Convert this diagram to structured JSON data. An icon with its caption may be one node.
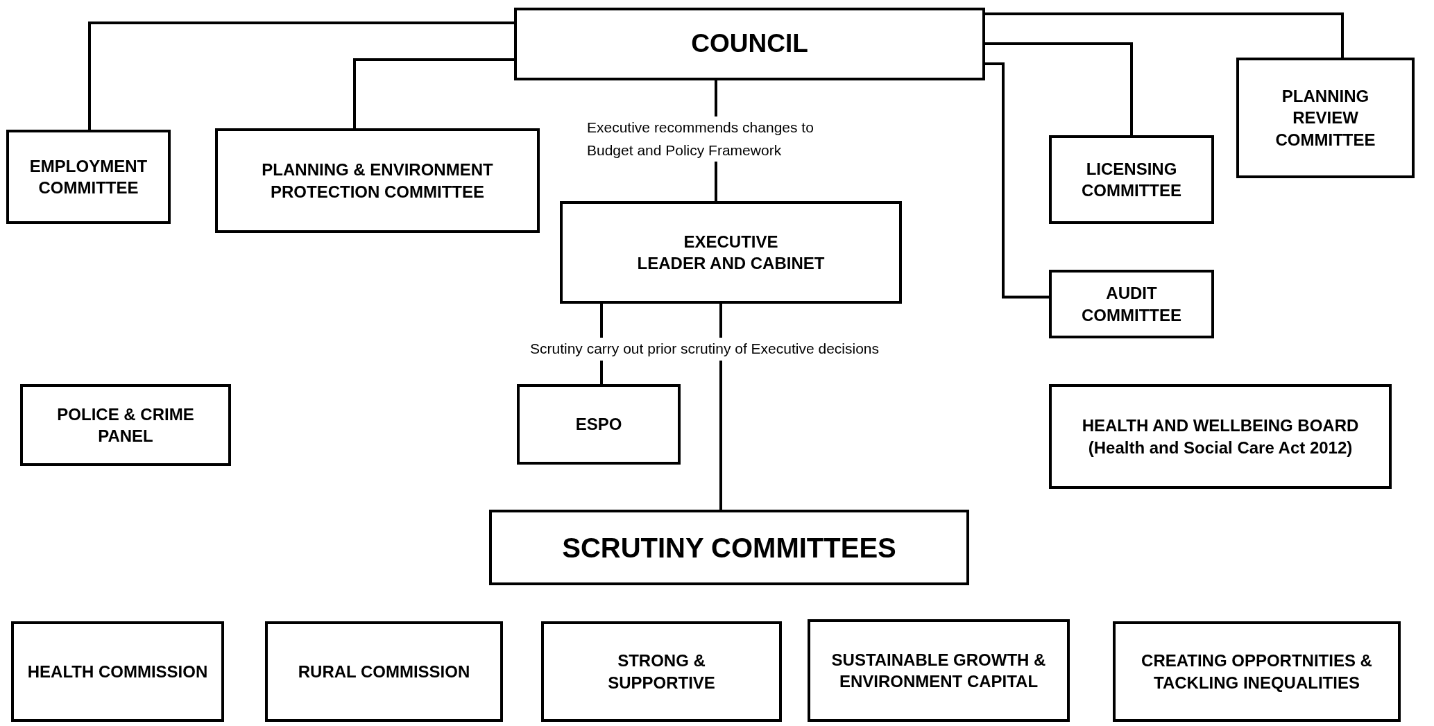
{
  "diagram": {
    "nodes": [
      {
        "text": [
          "COUNCIL"
        ]
      },
      {
        "text": [
          "EMPLOYMENT COMMITTEE"
        ]
      },
      {
        "text": [
          "PLANNING & ENVIRONMENT PROTECTION COMMITTEE"
        ]
      },
      {
        "text": [
          "EXECUTIVE",
          "LEADER AND CABINET"
        ]
      },
      {
        "text": [
          "PLANNING REVIEW COMMITTEE"
        ]
      },
      {
        "text": [
          "LICENSING COMMITTEE"
        ]
      },
      {
        "text": [
          "AUDIT COMMITTEE"
        ]
      },
      {
        "text": [
          "POLICE & CRIME PANEL"
        ]
      },
      {
        "text": [
          "ESPO"
        ]
      },
      {
        "text": [
          "HEALTH AND WELLBEING BOARD",
          "(Health and Social Care Act 2012)"
        ]
      },
      {
        "text": [
          "SCRUTINY COMMITTEES"
        ]
      },
      {
        "text": [
          "HEALTH COMMISSION"
        ]
      },
      {
        "text": [
          "RURAL COMMISSION"
        ]
      },
      {
        "text": [
          "STRONG & SUPPORTIVE"
        ]
      },
      {
        "text": [
          "SUSTAINABLE GROWTH & ENVIRONMENT CAPITAL"
        ]
      },
      {
        "text": [
          "CREATING OPPORTNITIES & TACKLING INEQUALITIES"
        ]
      }
    ],
    "edges": [
      {
        "from": 0,
        "to": 1,
        "arrow": "none"
      },
      {
        "from": 0,
        "to": 2,
        "arrow": "none"
      },
      {
        "from": 0,
        "to": 3,
        "arrow": "none",
        "label": "Executive recommends changes to Budget and Policy Framework"
      },
      {
        "from": 0,
        "to": 4,
        "arrow": "none"
      },
      {
        "from": 0,
        "to": 5,
        "arrow": "none"
      },
      {
        "from": 0,
        "to": 6,
        "arrow": "none"
      },
      {
        "from": 3,
        "to": 8,
        "arrow": "none"
      },
      {
        "from": 3,
        "to": 10,
        "arrow": "none",
        "label": "Scrutiny carry out prior scrutiny of Executive decisions"
      }
    ]
  }
}
